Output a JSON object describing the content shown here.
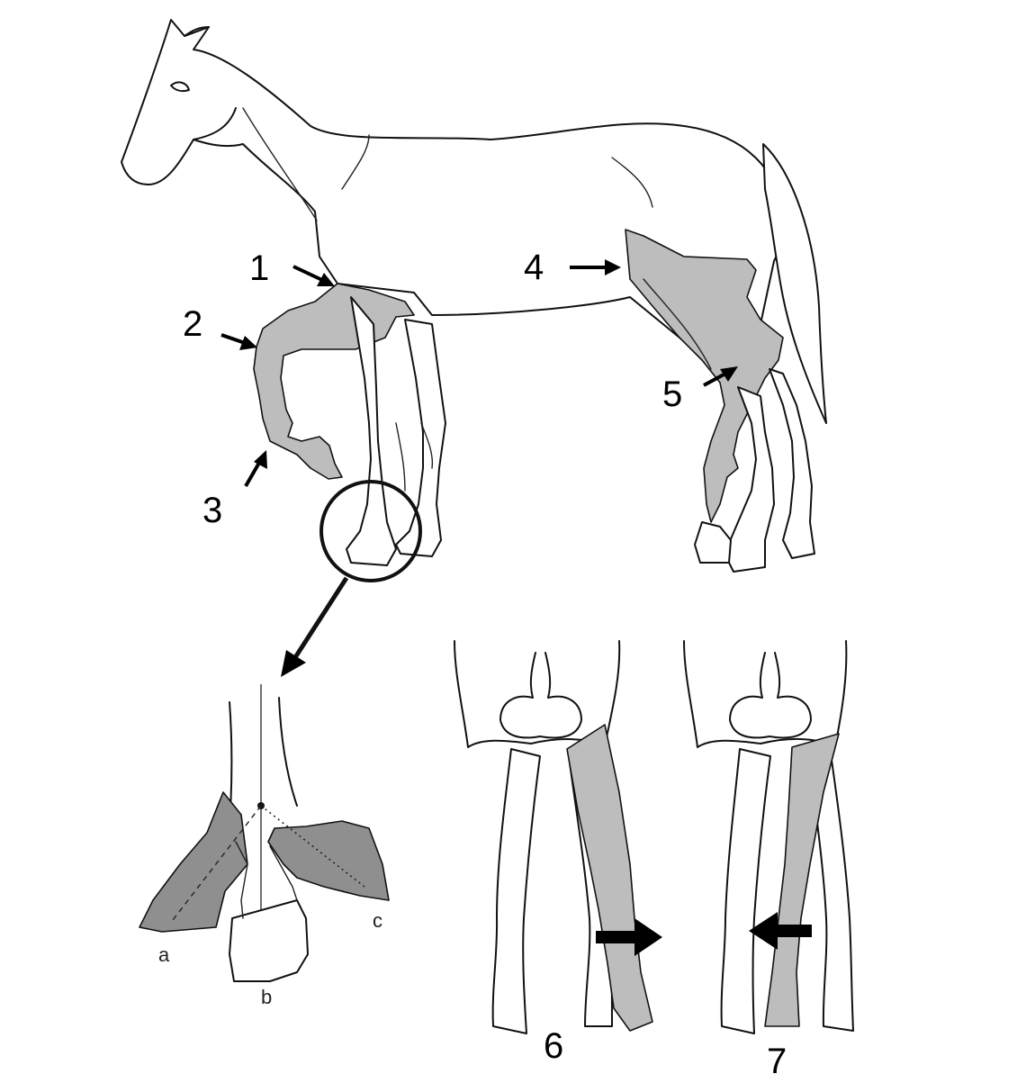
{
  "labels": {
    "n1": "1",
    "n2": "2",
    "n3": "3",
    "n4": "4",
    "n5": "5",
    "n6": "6",
    "n7": "7",
    "a": "a",
    "b": "b",
    "c": "c"
  },
  "colors": {
    "shade": "#bdbdbd",
    "shade_dark": "#8f8f8f",
    "line": "#111111",
    "background": "#ffffff"
  }
}
